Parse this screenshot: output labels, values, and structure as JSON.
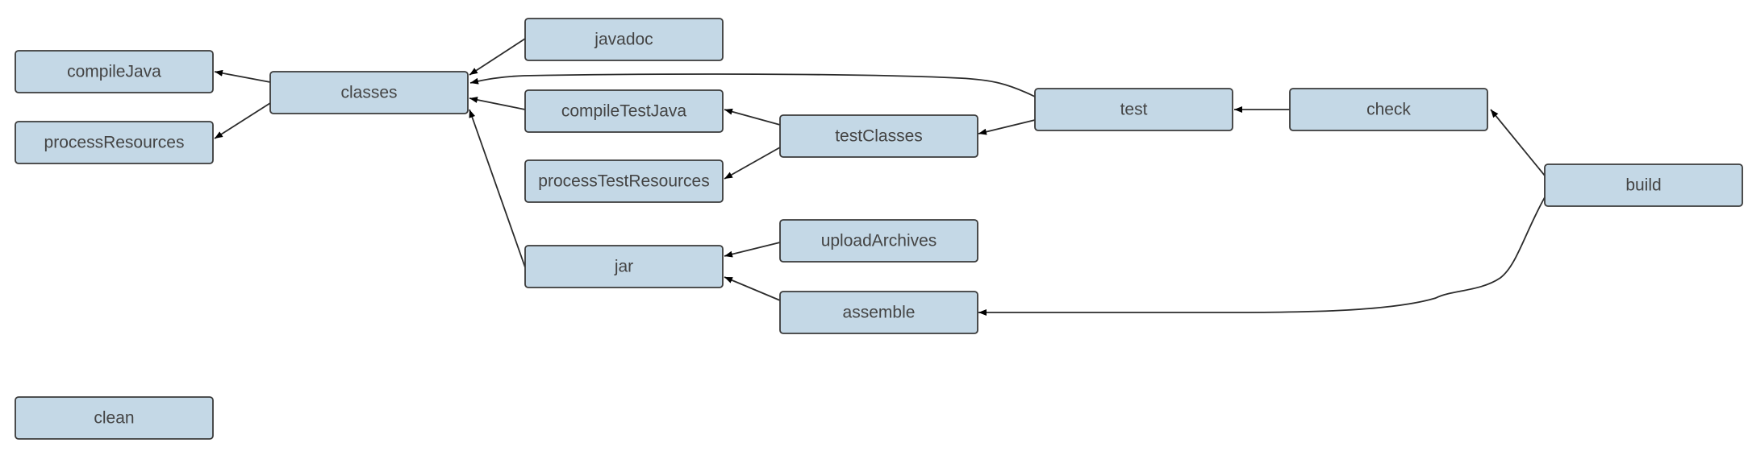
{
  "nodes": [
    {
      "id": "compileJava",
      "label": "compileJava"
    },
    {
      "id": "processResources",
      "label": "processResources"
    },
    {
      "id": "classes",
      "label": "classes"
    },
    {
      "id": "javadoc",
      "label": "javadoc"
    },
    {
      "id": "compileTestJava",
      "label": "compileTestJava"
    },
    {
      "id": "processTestResources",
      "label": "processTestResources"
    },
    {
      "id": "jar",
      "label": "jar"
    },
    {
      "id": "testClasses",
      "label": "testClasses"
    },
    {
      "id": "uploadArchives",
      "label": "uploadArchives"
    },
    {
      "id": "assemble",
      "label": "assemble"
    },
    {
      "id": "test",
      "label": "test"
    },
    {
      "id": "check",
      "label": "check"
    },
    {
      "id": "build",
      "label": "build"
    },
    {
      "id": "clean",
      "label": "clean"
    }
  ],
  "edges": [
    {
      "from": "classes",
      "to": "compileJava"
    },
    {
      "from": "classes",
      "to": "processResources"
    },
    {
      "from": "javadoc",
      "to": "classes"
    },
    {
      "from": "compileTestJava",
      "to": "classes"
    },
    {
      "from": "jar",
      "to": "classes"
    },
    {
      "from": "test",
      "to": "classes"
    },
    {
      "from": "testClasses",
      "to": "compileTestJava"
    },
    {
      "from": "testClasses",
      "to": "processTestResources"
    },
    {
      "from": "uploadArchives",
      "to": "jar"
    },
    {
      "from": "assemble",
      "to": "jar"
    },
    {
      "from": "test",
      "to": "testClasses"
    },
    {
      "from": "check",
      "to": "test"
    },
    {
      "from": "build",
      "to": "check"
    },
    {
      "from": "build",
      "to": "assemble"
    }
  ]
}
